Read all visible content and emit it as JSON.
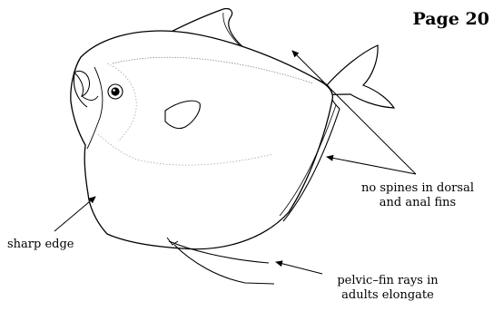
{
  "page_label": "Page 20",
  "labels": {
    "spines": {
      "line1": "no spines in dorsal",
      "line2": "and anal fins"
    },
    "sharp_edge": "sharp edge",
    "pelvic": {
      "line1": "pelvic–fin rays in",
      "line2": "adults elongate"
    }
  },
  "colors": {
    "ink": "#000000",
    "paper": "#ffffff",
    "stipple": "#9a9a9a"
  }
}
